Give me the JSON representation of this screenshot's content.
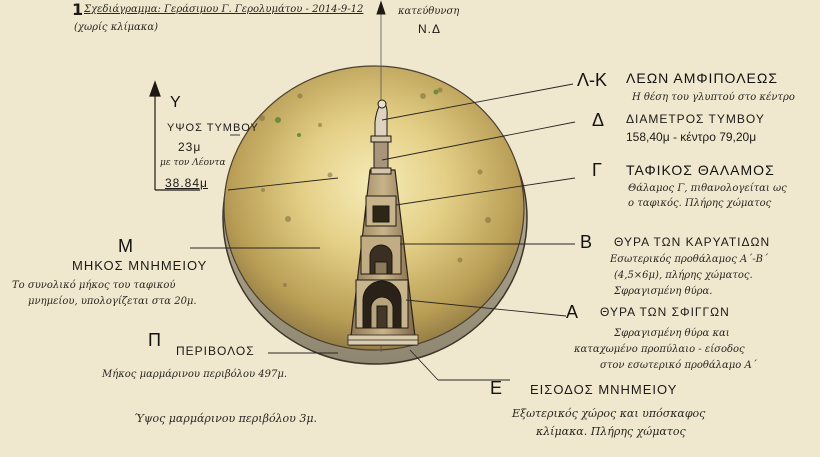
{
  "header": {
    "number": "1",
    "title": "Σχεδιάγραμμα: Γεράσιμου Γ. Γερολυμάτου - 2014-9-12",
    "subtitle": "(χωρίς κλίμακα)",
    "direction_label": "κατεύθυνση",
    "direction_value": "Ν.Δ"
  },
  "height": {
    "axis_letter": "Υ",
    "title": "ΥΨΟΣ ΤΥΜΒΟΥ",
    "value": "23μ",
    "with_lion_label": "με τον Λέοντα",
    "with_lion_value": "38.84μ"
  },
  "labels": {
    "lk": {
      "letter": "Λ-Κ",
      "title": "ΛΕΩΝ ΑΜΦΙΠΟΛΕΩΣ",
      "desc": "Η θέση του γλυπτού στο κέντρο"
    },
    "d": {
      "letter": "Δ",
      "title": "ΔΙΑΜΕΤΡΟΣ ΤΥΜΒΟΥ",
      "desc": "158,40μ - κέντρο 79,20μ"
    },
    "g": {
      "letter": "Γ",
      "title": "ΤΑΦΙΚΟΣ ΘΑΛΑΜΟΣ",
      "desc1": "Θάλαμος Γ, πιθανολογείται ως",
      "desc2": "ο ταφικός. Πλήρης χώματος"
    },
    "b": {
      "letter": "Β",
      "title": "ΘΥΡΑ ΤΩΝ ΚΑΡΥΑΤΙΔΩΝ",
      "desc1": "Εσωτερικός προθάλαμος Α΄-Β΄",
      "desc2": "(4,5×6μ), πλήρης χώματος.",
      "desc3": "Σφραγισμένη θύρα."
    },
    "a": {
      "letter": "Α",
      "title": "ΘΥΡΑ ΤΩΝ ΣΦΙΓΓΩΝ",
      "desc1": "Σφραγισμένη θύρα και",
      "desc2": "καταχωμένο προπύλαιο - είσοδος",
      "desc3": "στον εσωτερικό προθάλαμο Α΄"
    },
    "e": {
      "letter": "Ε",
      "title": "ΕΙΣΟΔΟΣ ΜΝΗΜΕΙΟΥ",
      "desc1": "Εξωτερικός χώρος και υπόσκαφος",
      "desc2": "κλίμακα. Πλήρης χώματος"
    },
    "m": {
      "letter": "Μ",
      "title": "ΜΗΚΟΣ ΜΝΗΜΕΙΟΥ",
      "desc1": "Το συνολικό μήκος του ταφικού",
      "desc2": "μνημείου, υπολογίζεται στα 20μ."
    },
    "p": {
      "letter": "Π",
      "title": "ΠΕΡΙΒΟΛΟΣ",
      "desc": "Μήκος μαρμάρινου περιβόλου 497μ.",
      "height_desc": "Ύψος μαρμάρινου περιβόλου 3μ."
    }
  },
  "colors": {
    "background": "#efe8cf",
    "mound_light": "#f4e7a8",
    "mound_mid": "#d8c277",
    "mound_dark": "#9a844a",
    "wall": "#b8ad93",
    "ink": "#141210"
  },
  "icons": [
    "lion-statue-icon",
    "up-arrow-icon",
    "mound-illustration"
  ]
}
